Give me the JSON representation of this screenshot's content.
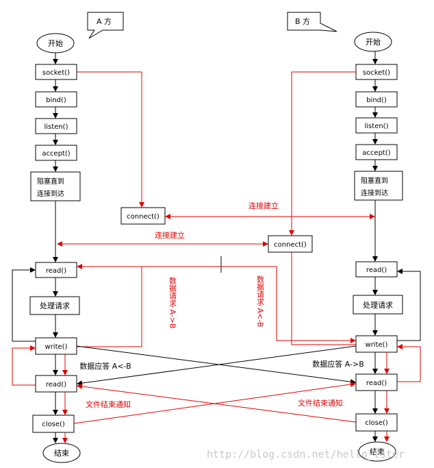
{
  "party_a": {
    "callout": "A 方"
  },
  "party_b": {
    "callout": "B 方"
  },
  "a_nodes": {
    "start": "开始",
    "socket": "socket()",
    "bind": "bind()",
    "listen": "listen()",
    "accept": "accept()",
    "block_line1": "阻塞直到",
    "block_line2": "连接到达",
    "read": "read()",
    "process": "处理请求",
    "write": "write()",
    "read2": "read()",
    "close": "close()",
    "end": "结束"
  },
  "b_nodes": {
    "start": "开始",
    "socket": "socket()",
    "bind": "bind()",
    "listen": "listen()",
    "accept": "accept()",
    "block_line1": "阻塞直到",
    "block_line2": "连接到达",
    "read": "read()",
    "process": "处理请求",
    "write": "write()",
    "read2": "read()",
    "close": "close()",
    "end": "结束"
  },
  "mid_nodes": {
    "connect_a": "connect()",
    "connect_b": "connect()"
  },
  "labels": {
    "conn_est_1": "连接建立",
    "conn_est_2": "连接建立",
    "data_req_ab": "数据请求 A->B",
    "data_req_ba": "数据请求 A<-B",
    "data_resp_a": "数据应答 A<-B",
    "data_resp_b": "数据应答 A->B",
    "file_end_a": "文件结束通知",
    "file_end_b": "文件结束通知"
  },
  "watermark": "http://blog.csdn.net/hello_tster",
  "colors": {
    "red": "#e00000",
    "black": "#000000"
  }
}
